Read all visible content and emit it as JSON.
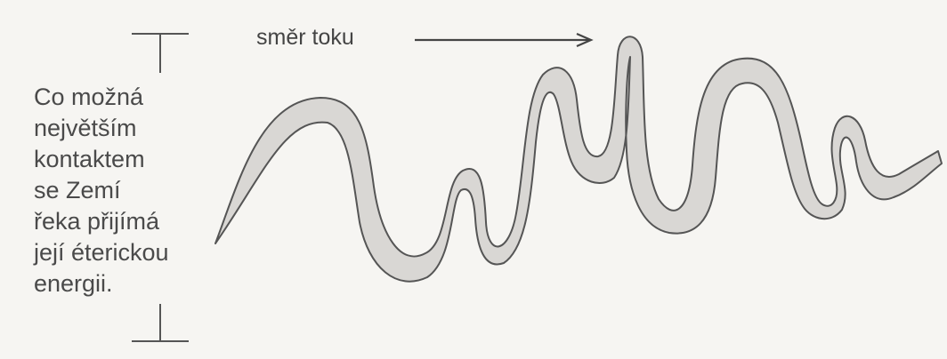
{
  "caption": {
    "lines": [
      "Co možná",
      "největším",
      "kontaktem",
      "se Zemí",
      "řeka přijímá",
      "její éterickou",
      "energii."
    ]
  },
  "flow_label": "směr toku",
  "colors": {
    "background": "#f6f5f2",
    "river_fill": "#d9d7d4",
    "outline": "#555555",
    "text": "#4a4a4a"
  }
}
